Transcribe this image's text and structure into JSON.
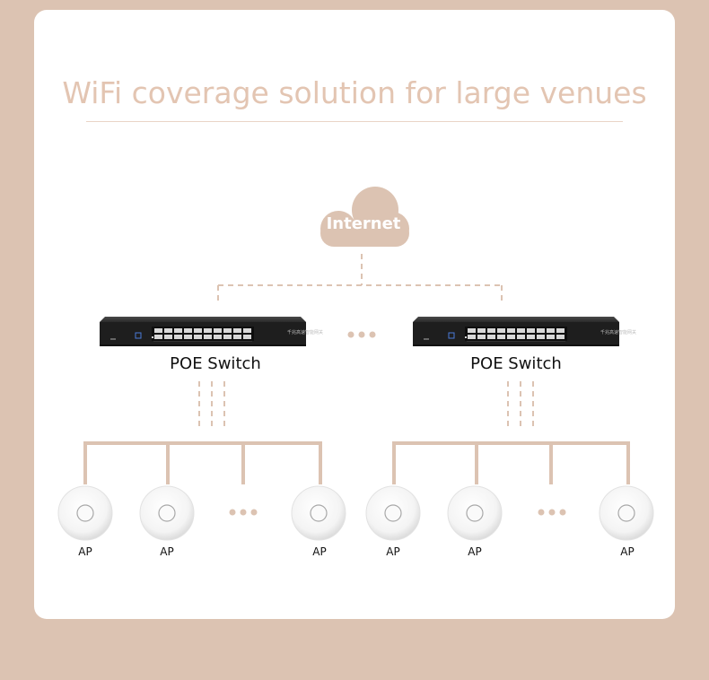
{
  "title": "WiFi coverage solution for large venues",
  "cloud": {
    "label": "Internet"
  },
  "switches": [
    {
      "label": "POE Switch",
      "faceplate": "千兆高速智能网关"
    },
    {
      "label": "POE Switch",
      "faceplate": "千兆高速智能网关"
    }
  ],
  "ap_groups": [
    {
      "aps": [
        {
          "label": "AP"
        },
        {
          "label": "AP"
        },
        {
          "label": "AP"
        }
      ]
    },
    {
      "aps": [
        {
          "label": "AP"
        },
        {
          "label": "AP"
        },
        {
          "label": "AP"
        }
      ]
    }
  ],
  "colors": {
    "background": "#dcc3b2",
    "accent": "#e3c5b2",
    "line": "#dcc3b2",
    "switch_body": "#1e1e1e"
  }
}
